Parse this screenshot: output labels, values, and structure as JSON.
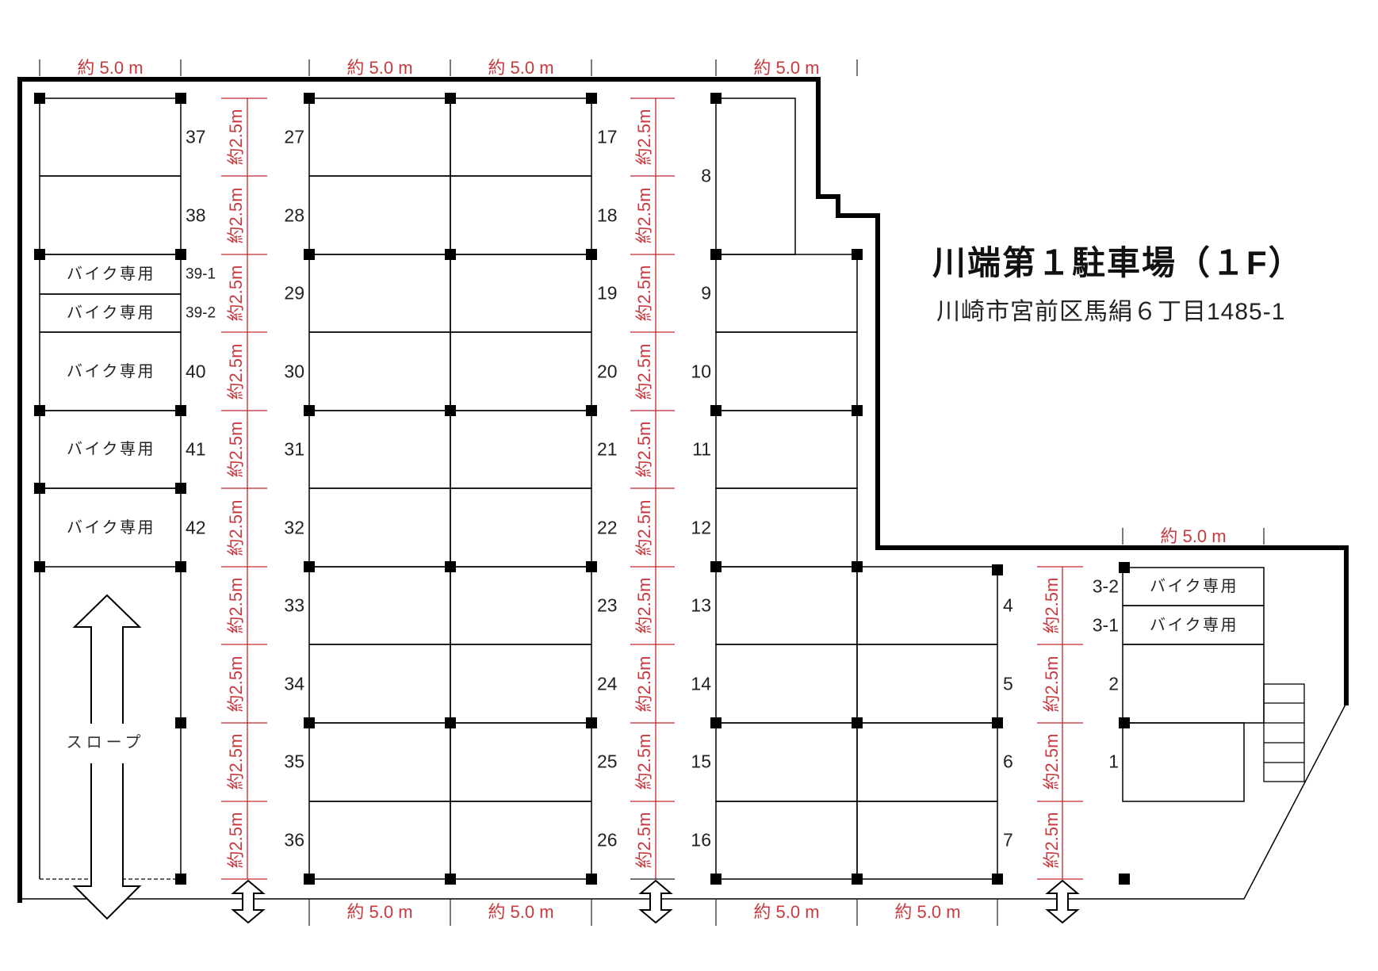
{
  "title": "川端第１駐車場（１F）",
  "address": "川崎市宮前区馬絹６丁目1485-1",
  "slope_label": "スロープ",
  "colors": {
    "wall": "#000000",
    "grid": "#000000",
    "dimension": "#c4262e",
    "text": "#222222",
    "background": "#ffffff"
  },
  "icons": {
    "pillar": "filled-square-icon",
    "slope_arrow": "double-arrow-vertical-icon",
    "entrance_arrow": "double-arrow-vertical-icon",
    "stairs": "stairs-icon"
  },
  "dimensions": {
    "top": [
      "約 5.0 m",
      "約 5.0 m",
      "約 5.0 m",
      "約 5.0 m"
    ],
    "top_right": "約 5.0 m",
    "bottom": [
      "約 5.0 m",
      "約 5.0 m",
      "約 5.0 m",
      "約 5.0 m"
    ],
    "aisle_left": [
      "約2.5m",
      "約2.5m",
      "約2.5m",
      "約2.5m",
      "約2.5m",
      "約2.5m",
      "約2.5m",
      "約2.5m",
      "約2.5m",
      "約2.5m"
    ],
    "aisle_center": [
      "約2.5m",
      "約2.5m",
      "約2.5m",
      "約2.5m",
      "約2.5m",
      "約2.5m",
      "約2.5m",
      "約2.5m",
      "約2.5m",
      "約2.5m"
    ],
    "aisle_right": [
      "約2.5m",
      "約2.5m",
      "約2.5m",
      "約2.5m"
    ]
  },
  "spaces": {
    "left_column": [
      {
        "no": "37"
      },
      {
        "no": "38"
      },
      {
        "no": "39-1",
        "type": "バイク専用"
      },
      {
        "no": "39-2",
        "type": "バイク専用"
      },
      {
        "no": "40",
        "type": "バイク専用"
      },
      {
        "no": "41",
        "type": "バイク専用"
      },
      {
        "no": "42",
        "type": "バイク専用"
      }
    ],
    "center_west": [
      {
        "no": "27"
      },
      {
        "no": "28"
      },
      {
        "no": "29"
      },
      {
        "no": "30"
      },
      {
        "no": "31"
      },
      {
        "no": "32"
      },
      {
        "no": "33"
      },
      {
        "no": "34"
      },
      {
        "no": "35"
      },
      {
        "no": "36"
      }
    ],
    "center_east": [
      {
        "no": "17"
      },
      {
        "no": "18"
      },
      {
        "no": "19"
      },
      {
        "no": "20"
      },
      {
        "no": "21"
      },
      {
        "no": "22"
      },
      {
        "no": "23"
      },
      {
        "no": "24"
      },
      {
        "no": "25"
      },
      {
        "no": "26"
      }
    ],
    "east_column": [
      {
        "no": "8"
      },
      {
        "no": "9"
      },
      {
        "no": "10"
      },
      {
        "no": "11"
      },
      {
        "no": "12"
      },
      {
        "no": "13"
      },
      {
        "no": "14"
      },
      {
        "no": "15"
      },
      {
        "no": "16"
      }
    ],
    "east_extension": [
      {
        "no": "4"
      },
      {
        "no": "5"
      },
      {
        "no": "6"
      },
      {
        "no": "7"
      }
    ],
    "far_east": [
      {
        "no": "3-2",
        "type": "バイク専用"
      },
      {
        "no": "3-1",
        "type": "バイク専用"
      },
      {
        "no": "2"
      },
      {
        "no": "1"
      }
    ]
  }
}
